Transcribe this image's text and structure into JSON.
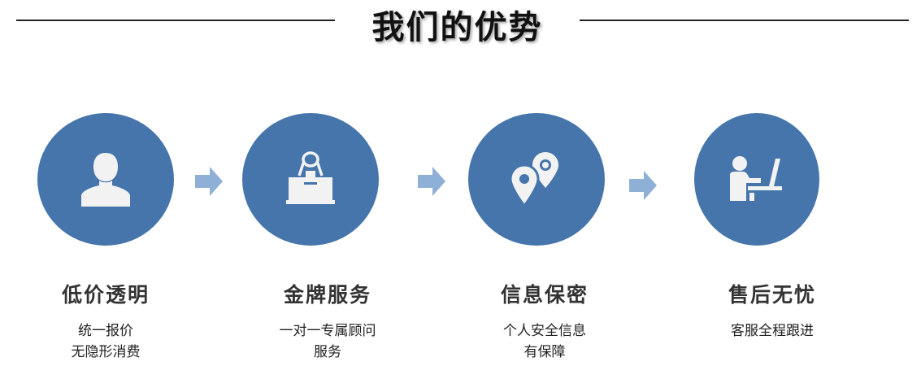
{
  "title": "我们的优势",
  "accent_color": "#4575ab",
  "arrow_color": "#8fb0d6",
  "items": [
    {
      "icon": "person-icon",
      "label": "低价透明",
      "desc": [
        "统一报价",
        "无隐形消费"
      ]
    },
    {
      "icon": "binder-clip-icon",
      "label": "金牌服务",
      "desc": [
        "一对一专属顾问",
        "服务"
      ]
    },
    {
      "icon": "location-pins-icon",
      "label": "信息保密",
      "desc": [
        "个人安全信息",
        "有保障"
      ]
    },
    {
      "icon": "person-at-laptop-icon",
      "label": "售后无忧",
      "desc": [
        "客服全程跟进"
      ]
    }
  ]
}
